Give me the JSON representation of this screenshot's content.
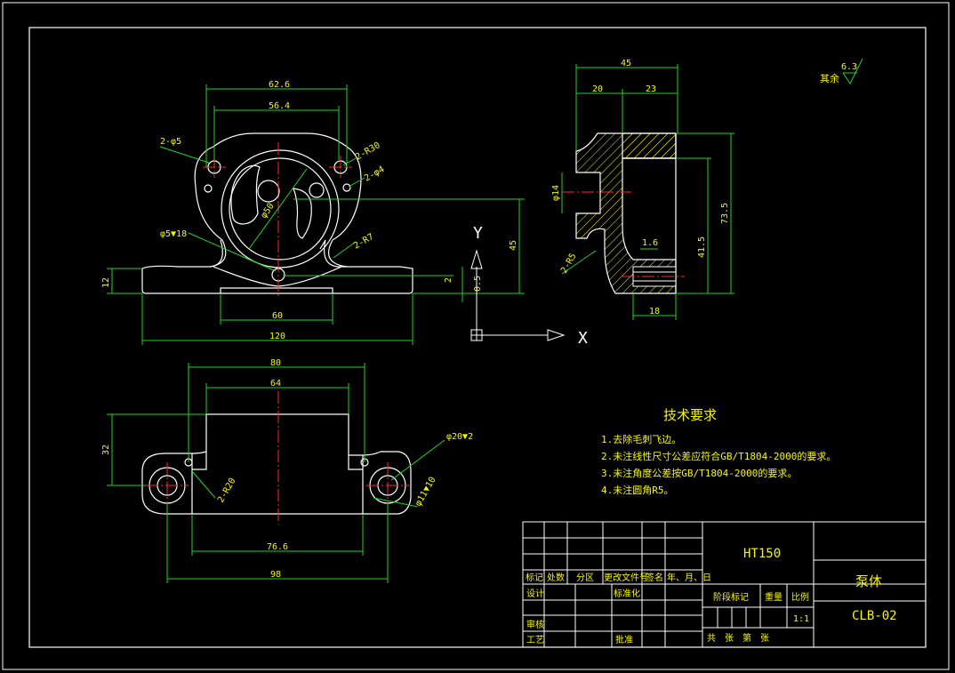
{
  "colors": {
    "background": "#000000",
    "outline": "#ffffff",
    "dimension": "#22d422",
    "centerline": "#ff2a2a",
    "text": "#f7f700",
    "hatch": "#f7f700"
  },
  "front_view": {
    "dims": {
      "d626": "62.6",
      "d564": "56.4",
      "d2phi5": "2-φ5",
      "dR30": "2-R30",
      "d2phi4": "2-φ4",
      "dphi50": "φ50",
      "dphi5t": "φ5▼18",
      "dR7": "2-R7",
      "d45": "45",
      "d12": "12",
      "d2": "2",
      "d05": "0.5",
      "d60": "60",
      "d120": "120"
    }
  },
  "axes": {
    "y": "Y",
    "x": "X"
  },
  "side_view": {
    "dims": {
      "d45": "45",
      "d20": "20",
      "d23": "23",
      "dphi14": "φ14",
      "d735": "73.5",
      "d16": "1.6",
      "d415": "41.5",
      "dR5": "2-R5",
      "d18": "18"
    }
  },
  "top_view": {
    "dims": {
      "d80": "80",
      "d64": "64",
      "d32": "32",
      "dphi20": "φ20▼2",
      "dR20": "2-R20",
      "dphi11": "φ11▼10",
      "d766": "76.6",
      "d98": "98"
    }
  },
  "roughness": {
    "label": "其余",
    "value": "6.3"
  },
  "tech_requirements": {
    "title": "技术要求",
    "items": [
      "1.去除毛刺飞边。",
      "2.未注线性尺寸公差应符合GB/T1804-2000的要求。",
      "3.未注角度公差按GB/T1804-2000的要求。",
      "4.未注圆角R5。"
    ]
  },
  "title_block": {
    "material": "HT150",
    "part_name": "泵体",
    "drawing_no": "CLB-02",
    "scale": "1:1",
    "headers": [
      "标记",
      "处数",
      "分区",
      "更改文件号",
      "签名",
      "年、月、日"
    ],
    "designer": "设计",
    "standardization": "标准化",
    "checker": "审核",
    "process": "工艺",
    "approval": "批准",
    "stage_mark": "阶段标记",
    "weight": "重量",
    "ratio": "比例",
    "sheets": "共　张　第　张"
  }
}
